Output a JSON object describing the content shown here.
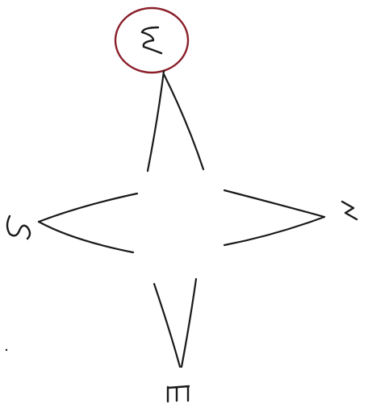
{
  "compass": {
    "top_label": "W",
    "left_label": "S",
    "right_label": "N",
    "bottom_label": "E"
  },
  "colors": {
    "ink": "#1a1a1a",
    "circle": "#8a1f2a",
    "background": "#ffffff"
  }
}
